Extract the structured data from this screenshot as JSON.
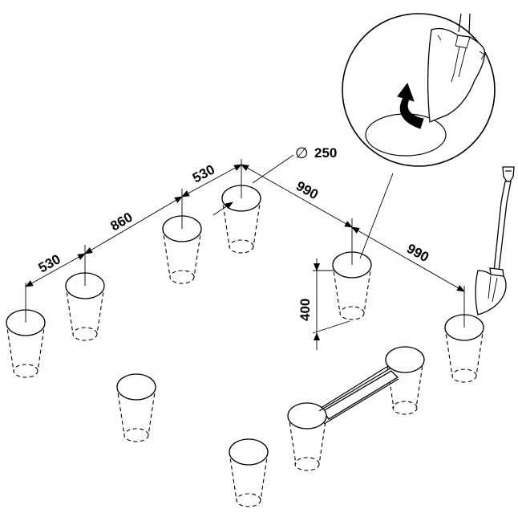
{
  "dimensions": {
    "seg_530_left": "530",
    "seg_860": "860",
    "seg_530_top": "530",
    "seg_990_upper": "990",
    "seg_990_lower": "990",
    "depth_400": "400",
    "diameter_symbol": "∅",
    "diameter_value": "250"
  },
  "icons": {
    "digging_arrow": "curved-arrow-icon",
    "spade_detail": "spade-icon",
    "spade_tool": "shovel-icon"
  }
}
